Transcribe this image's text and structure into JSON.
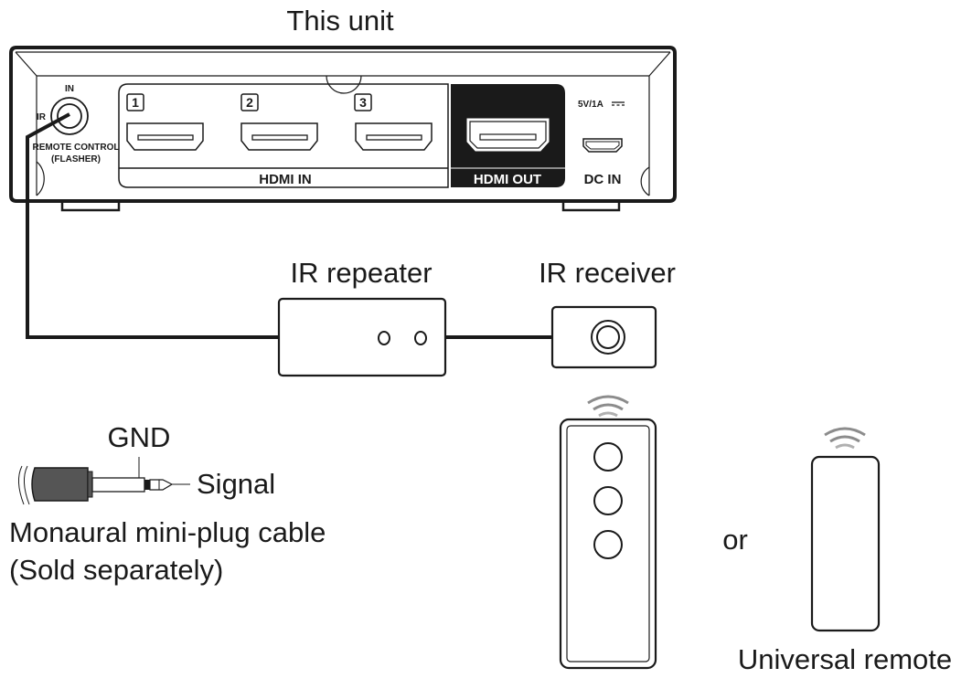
{
  "diagram": {
    "title": "IR remote extension connection diagram",
    "unit": {
      "label": "This unit",
      "ir_port": {
        "in_label": "IN",
        "ir_label": "IR",
        "caption_line1": "REMOTE CONTROL",
        "caption_line2": "(FLASHER)"
      },
      "hdmi_in": {
        "group_label": "HDMI IN",
        "ports": [
          {
            "number": "1"
          },
          {
            "number": "2"
          },
          {
            "number": "3"
          }
        ]
      },
      "hdmi_out": {
        "label": "HDMI OUT"
      },
      "dc_in": {
        "rating": "5V/1A",
        "rating_symbol": "⎓",
        "label": "DC IN"
      }
    },
    "ir_repeater": {
      "label": "IR repeater"
    },
    "ir_receiver": {
      "label": "IR receiver"
    },
    "cable": {
      "gnd_label": "GND",
      "signal_label": "Signal",
      "caption_line1": "Monaural mini-plug cable",
      "caption_line2": "(Sold separately)"
    },
    "remotes": {
      "or_label": "or",
      "universal_label": "Universal remote"
    },
    "colors": {
      "line": "#1a1a1a",
      "hdmi_out_bg": "#1a1a1a",
      "plug_body": "#555555",
      "ir_waves": "#8c8c8c"
    }
  }
}
